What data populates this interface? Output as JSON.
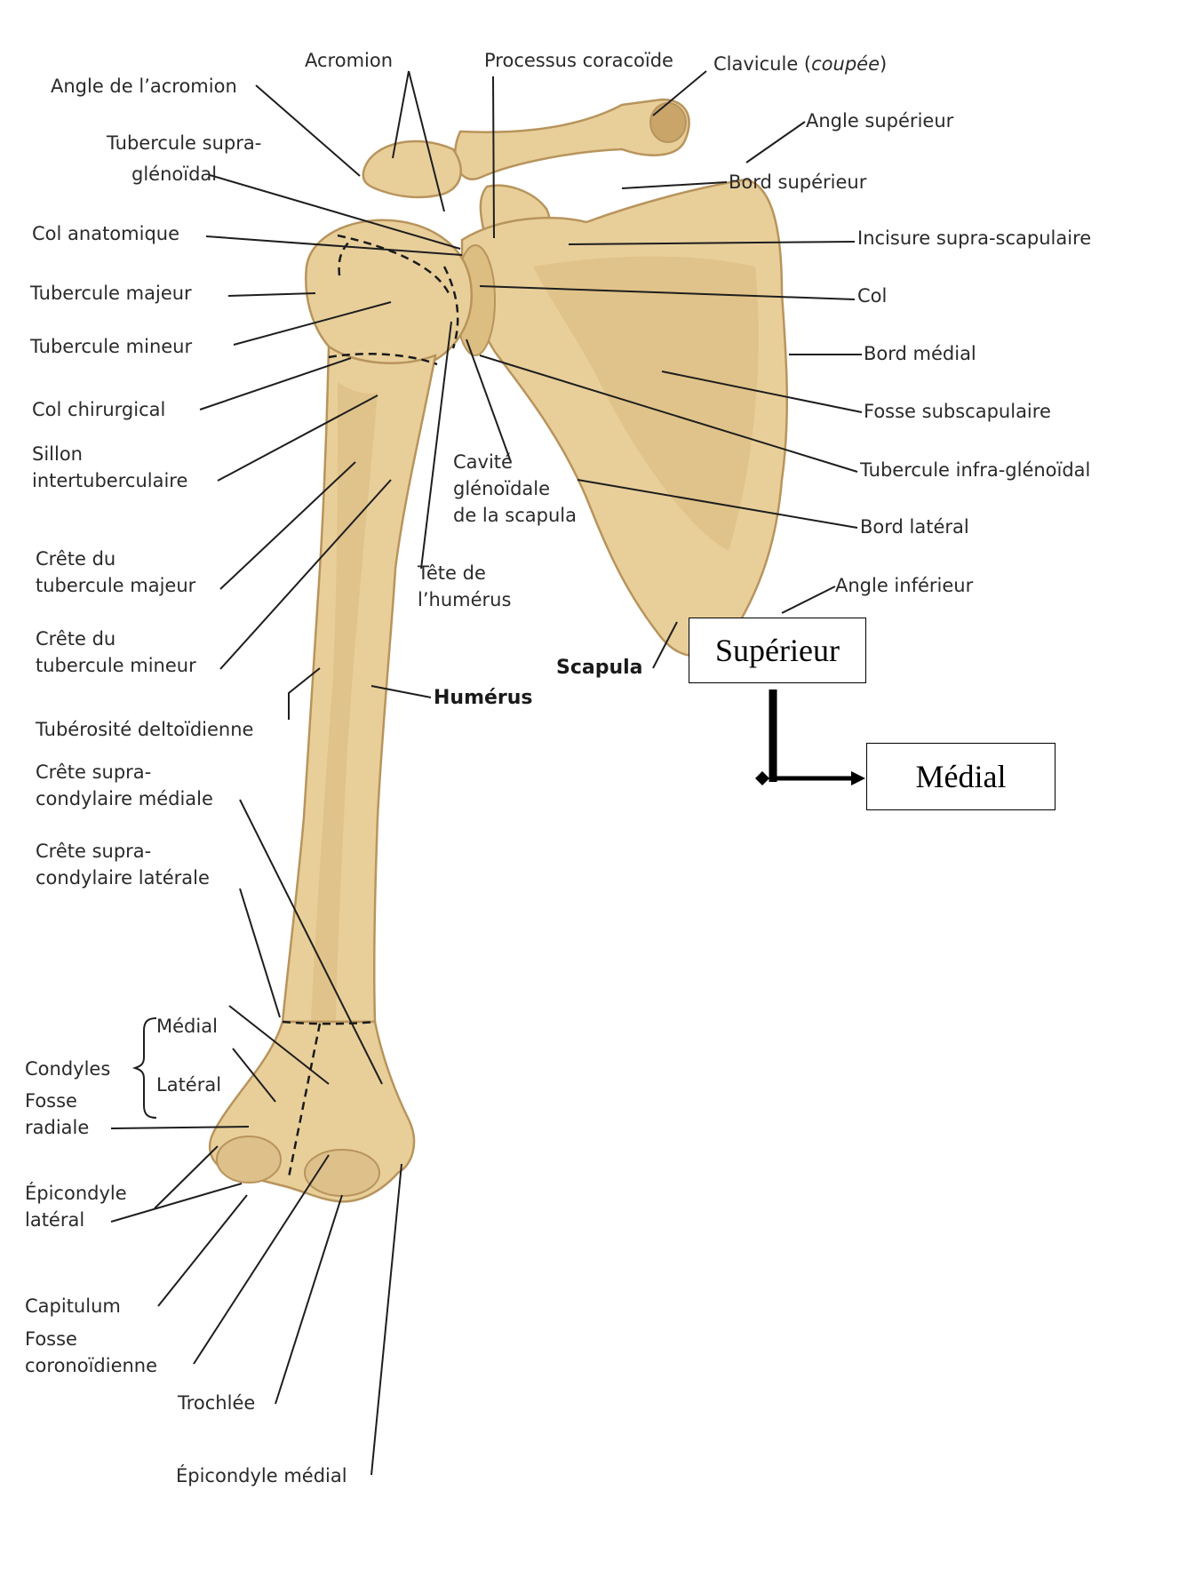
{
  "labels": {
    "angle_acromion": "Angle de l’acromion",
    "acromion": "Acromion",
    "processus_coracoide": "Processus coracoïde",
    "clavicule": "Clavicule (",
    "clavicule_italic": "coupée",
    "clavicule_close": ")",
    "angle_superieur": "Angle supérieur",
    "tubercule_supra_1": "Tubercule supra-",
    "tubercule_supra_2": "glénoïdal",
    "bord_superieur": "Bord supérieur",
    "col_anatomique": "Col anatomique",
    "incisure": "Incisure supra-scapulaire",
    "tubercule_majeur": "Tubercule majeur",
    "col": "Col",
    "tubercule_mineur": "Tubercule mineur",
    "bord_medial": "Bord médial",
    "col_chirurgical": "Col chirurgical",
    "fosse_subscapulaire": "Fosse subscapulaire",
    "sillon_1": "Sillon",
    "sillon_2": "intertuberculaire",
    "cavite_1": "Cavité",
    "cavite_2": "glénoïdale",
    "cavite_3": "de la scapula",
    "tubercule_infra": "Tubercule infra-glénoïdal",
    "bord_lateral": "Bord latéral",
    "crete_majeur_1": "Crête du",
    "crete_majeur_2": "tubercule majeur",
    "tete_1": "Tête de",
    "tete_2": "l’humérus",
    "angle_inferieur": "Angle inférieur",
    "crete_mineur_1": "Crête du",
    "crete_mineur_2": "tubercule mineur",
    "scapula": "Scapula",
    "humerus": "Humérus",
    "tuberosite": "Tubérosité deltoïdienne",
    "crete_supra_med_1": "Crête supra-",
    "crete_supra_med_2": "condylaire médiale",
    "crete_supra_lat_1": "Crête supra-",
    "crete_supra_lat_2": "condylaire latérale",
    "condyles": "Condyles",
    "condyle_medial": "Médial",
    "condyle_lateral": "Latéral",
    "fosse_radiale_1": "Fosse",
    "fosse_radiale_2": "radiale",
    "epicondyle_lat_1": "Épicondyle",
    "epicondyle_lat_2": "latéral",
    "capitulum": "Capitulum",
    "fosse_coro_1": "Fosse",
    "fosse_coro_2": "coronoïdienne",
    "trochlee": "Trochlée",
    "epicondyle_medial": "Épicondyle médial"
  },
  "orientation": {
    "superieur": "Supérieur",
    "medial": "Médial"
  },
  "colors": {
    "bone": "#e8cf9a",
    "bone_outline": "#b8945c",
    "leader": "#1e1e1e"
  }
}
